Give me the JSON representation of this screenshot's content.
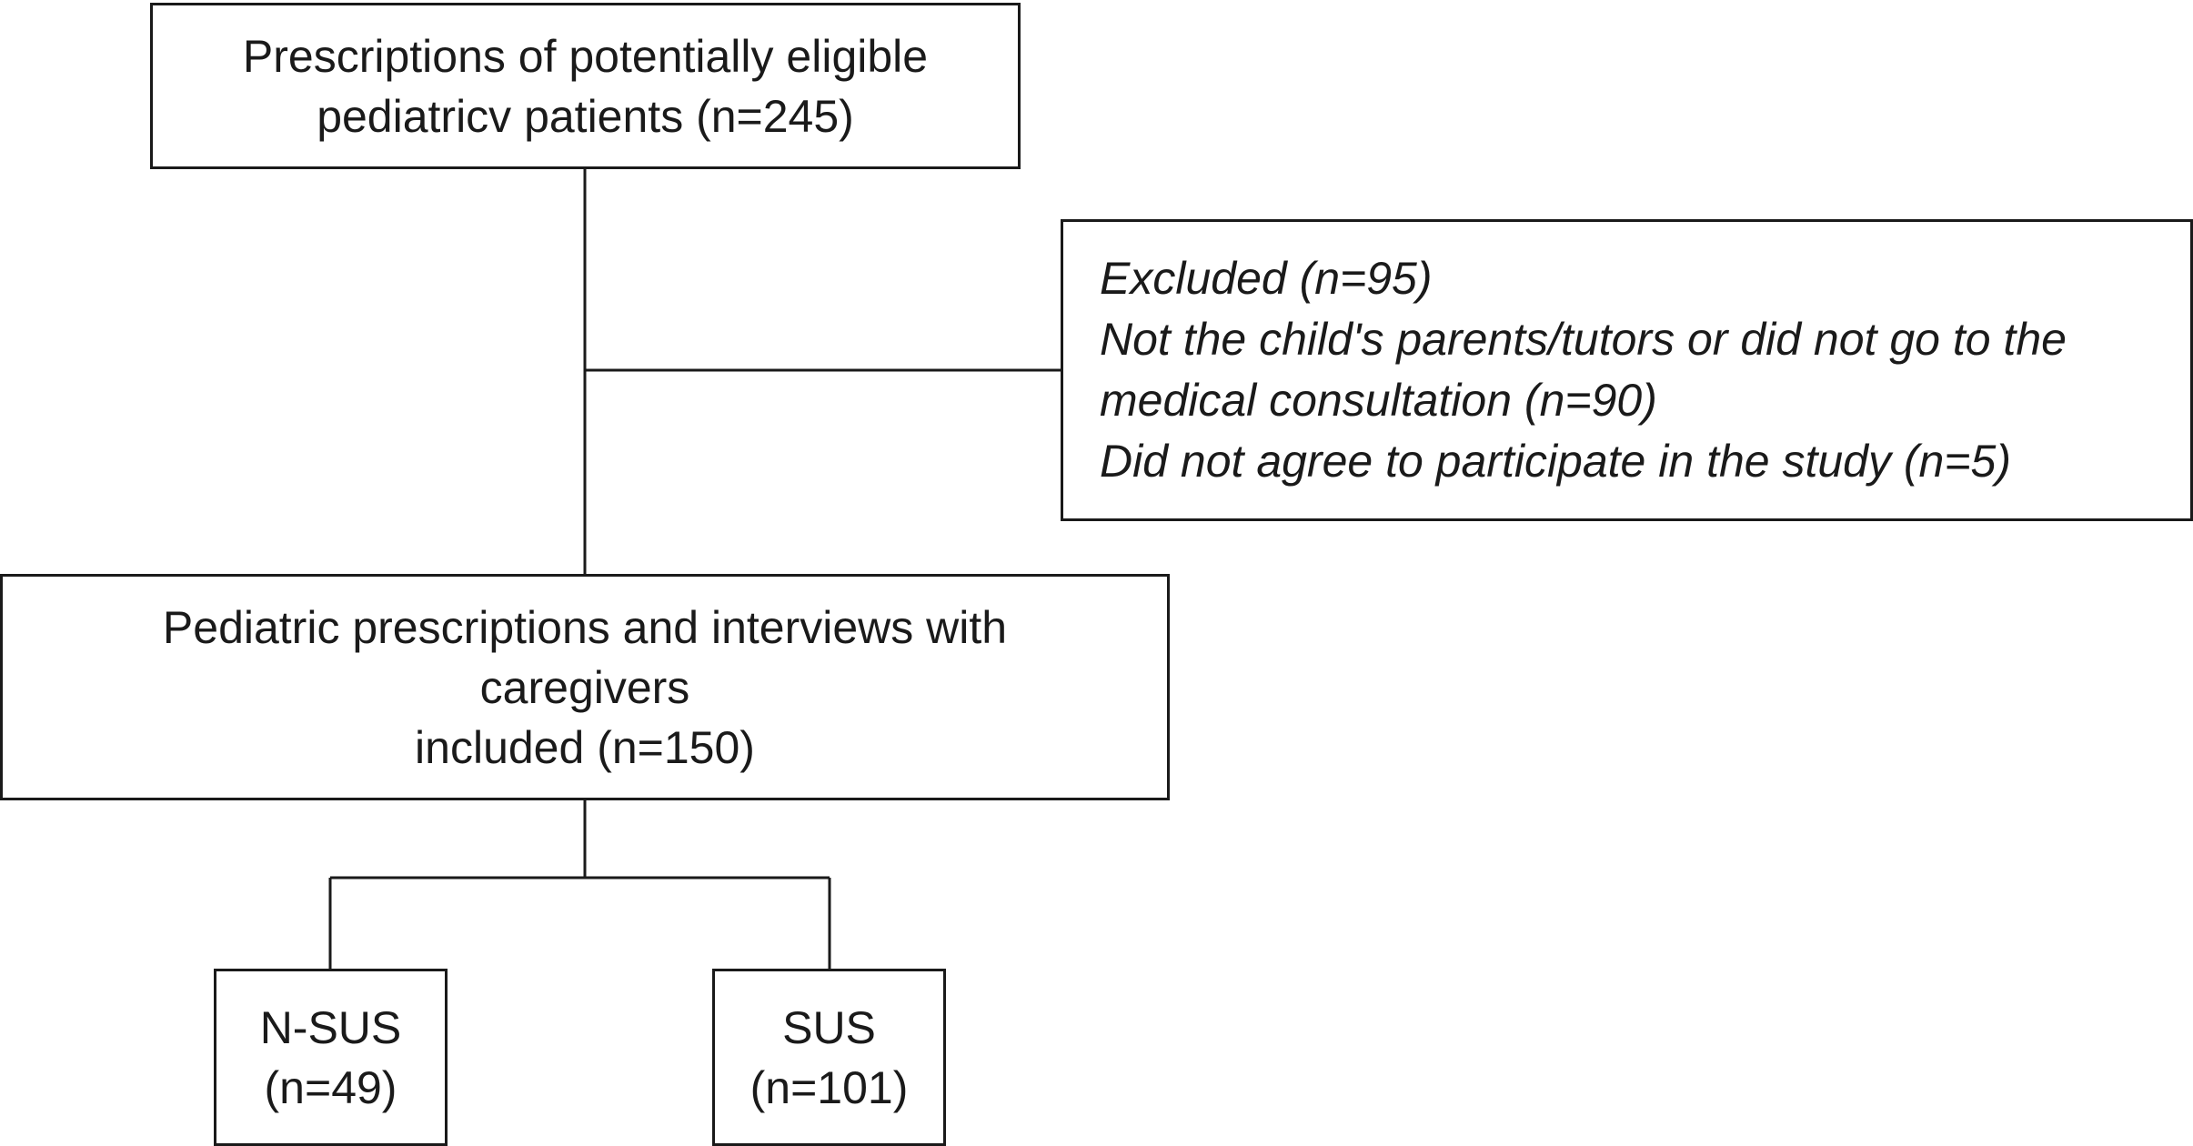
{
  "boxes": {
    "eligible": {
      "lines": [
        "Prescriptions of potentially eligible",
        "pediatricv patients (n=245)"
      ]
    },
    "excluded": {
      "lines": [
        "Excluded (n=95)",
        "Not the child's parents/tutors or did not go to the",
        "medical consultation (n=90)",
        "Did not agree to participate in the study (n=5)"
      ]
    },
    "included": {
      "lines": [
        "Pediatric prescriptions and interviews with",
        "caregivers",
        "included (n=150)"
      ]
    },
    "nsus": {
      "lines": [
        "N-SUS",
        "(n=49)"
      ]
    },
    "sus": {
      "lines": [
        "SUS",
        "(n=101)"
      ]
    }
  },
  "colors": {
    "stroke": "#1a1a1a",
    "background": "#ffffff"
  }
}
